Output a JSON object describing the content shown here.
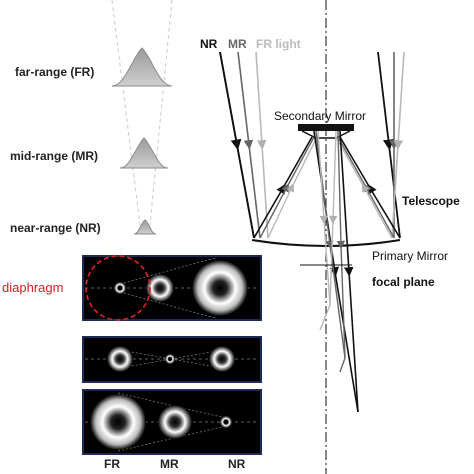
{
  "labels": {
    "far_range": "far-range (FR)",
    "mid_range": "mid-range (MR)",
    "near_range": "near-range (NR)",
    "diaphragm": "diaphragm",
    "nr_beam": "NR",
    "mr_beam": "MR",
    "fr_beam": "FR light",
    "secondary_mirror": "Secondary Mirror",
    "telescope": "Telescope",
    "primary_mirror": "Primary Mirror",
    "focal_plane": "focal plane",
    "bottom_fr": "FR",
    "bottom_mr": "MR",
    "bottom_nr": "NR"
  },
  "colors": {
    "nr": "#111111",
    "mr": "#666666",
    "fr": "#b8b8b8",
    "diaphragm": "#cc2222",
    "panel_bg": "#000000",
    "panel_border": "#1e2c55"
  }
}
